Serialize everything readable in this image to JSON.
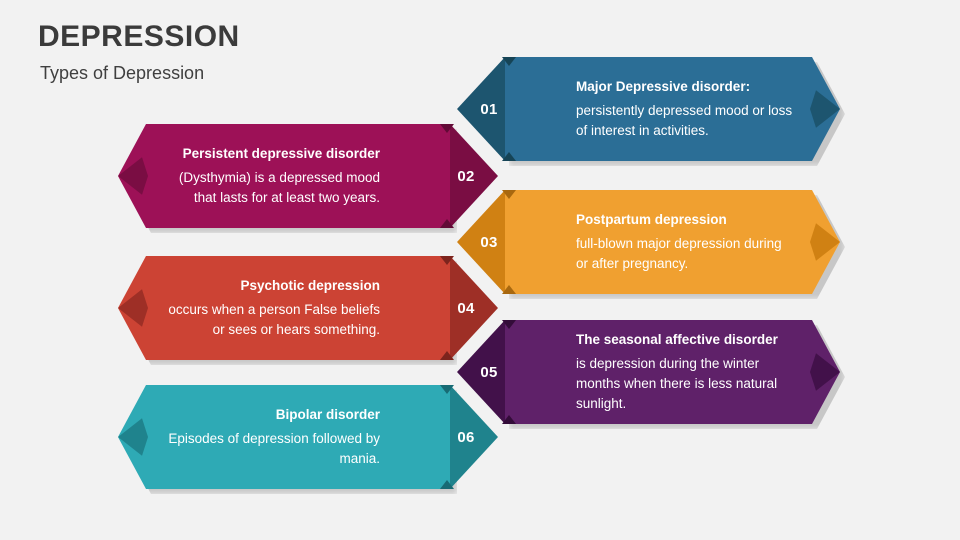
{
  "header": {
    "title": "DEPRESSION",
    "subtitle": "Types of Depression"
  },
  "colors": {
    "background": "#f2f2f2",
    "title_text": "#3b3b3b",
    "label_text": "#ffffff"
  },
  "rows": [
    {
      "number": "01",
      "direction": "right",
      "heading": "Major Depressive disorder:",
      "description": "persistently depressed mood or loss of interest in activities.",
      "body_color": "#2b6e96",
      "badge_color": "#1d556f",
      "tip_color": "#1d556f",
      "nib_color": "#164456"
    },
    {
      "number": "02",
      "direction": "left",
      "heading": "Persistent depressive disorder",
      "description": "(Dysthymia) is a depressed mood that lasts for at least two years.",
      "body_color": "#9d1157",
      "badge_color": "#7a0d43",
      "tip_color": "#7a0d43",
      "nib_color": "#620a36"
    },
    {
      "number": "03",
      "direction": "right",
      "heading": "Postpartum depression",
      "description": "full-blown major depression during or after pregnancy.",
      "body_color": "#f0a030",
      "badge_color": "#d08113",
      "tip_color": "#d08113",
      "nib_color": "#a8680f"
    },
    {
      "number": "04",
      "direction": "left",
      "heading": "Psychotic depression",
      "description": "occurs when a person False beliefs or sees or hears something.",
      "body_color": "#cc4334",
      "badge_color": "#9e2f26",
      "tip_color": "#9e2f26",
      "nib_color": "#7d241d"
    },
    {
      "number": "05",
      "direction": "right",
      "heading": "The seasonal affective disorder",
      "description": "is depression during the winter months when there is less natural sunlight.",
      "body_color": "#5f2169",
      "badge_color": "#42114a",
      "tip_color": "#42114a",
      "nib_color": "#330c39"
    },
    {
      "number": "06",
      "direction": "left",
      "heading": "Bipolar disorder",
      "description": "Episodes of depression followed by mania.",
      "body_color": "#2eaab5",
      "badge_color": "#1f838d",
      "tip_color": "#1f838d",
      "nib_color": "#186b74"
    }
  ]
}
